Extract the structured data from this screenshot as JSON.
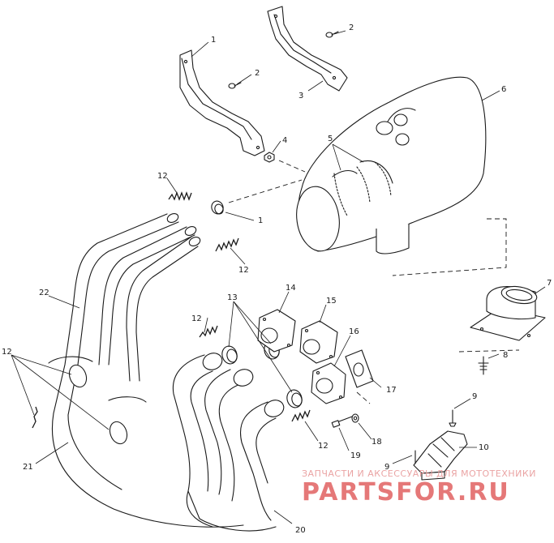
{
  "callouts": [
    {
      "id": "c1a",
      "text": "1"
    },
    {
      "id": "c1b",
      "text": "1"
    },
    {
      "id": "c2a",
      "text": "2"
    },
    {
      "id": "c2b",
      "text": "2"
    },
    {
      "id": "c3",
      "text": "3"
    },
    {
      "id": "c4",
      "text": "4"
    },
    {
      "id": "c5",
      "text": "5"
    },
    {
      "id": "c6",
      "text": "6"
    },
    {
      "id": "c7",
      "text": "7"
    },
    {
      "id": "c8",
      "text": "8"
    },
    {
      "id": "c9a",
      "text": "9"
    },
    {
      "id": "c9b",
      "text": "9"
    },
    {
      "id": "c10",
      "text": "10"
    },
    {
      "id": "c12a",
      "text": "12"
    },
    {
      "id": "c12b",
      "text": "12"
    },
    {
      "id": "c12c",
      "text": "12"
    },
    {
      "id": "c12d",
      "text": "12"
    },
    {
      "id": "c12e",
      "text": "12"
    },
    {
      "id": "c13",
      "text": "13"
    },
    {
      "id": "c14",
      "text": "14"
    },
    {
      "id": "c15",
      "text": "15"
    },
    {
      "id": "c16",
      "text": "16"
    },
    {
      "id": "c17",
      "text": "17"
    },
    {
      "id": "c18",
      "text": "18"
    },
    {
      "id": "c19",
      "text": "19"
    },
    {
      "id": "c20",
      "text": "20"
    },
    {
      "id": "c21",
      "text": "21"
    },
    {
      "id": "c22",
      "text": "22"
    }
  ],
  "watermark": {
    "tagline": "ЗАПЧАСТИ И АКСЕССУАРЫ ДЛЯ МОТОТЕХНИКИ",
    "brand": "PARTSFOR.RU",
    "color": "#e36a6a"
  }
}
